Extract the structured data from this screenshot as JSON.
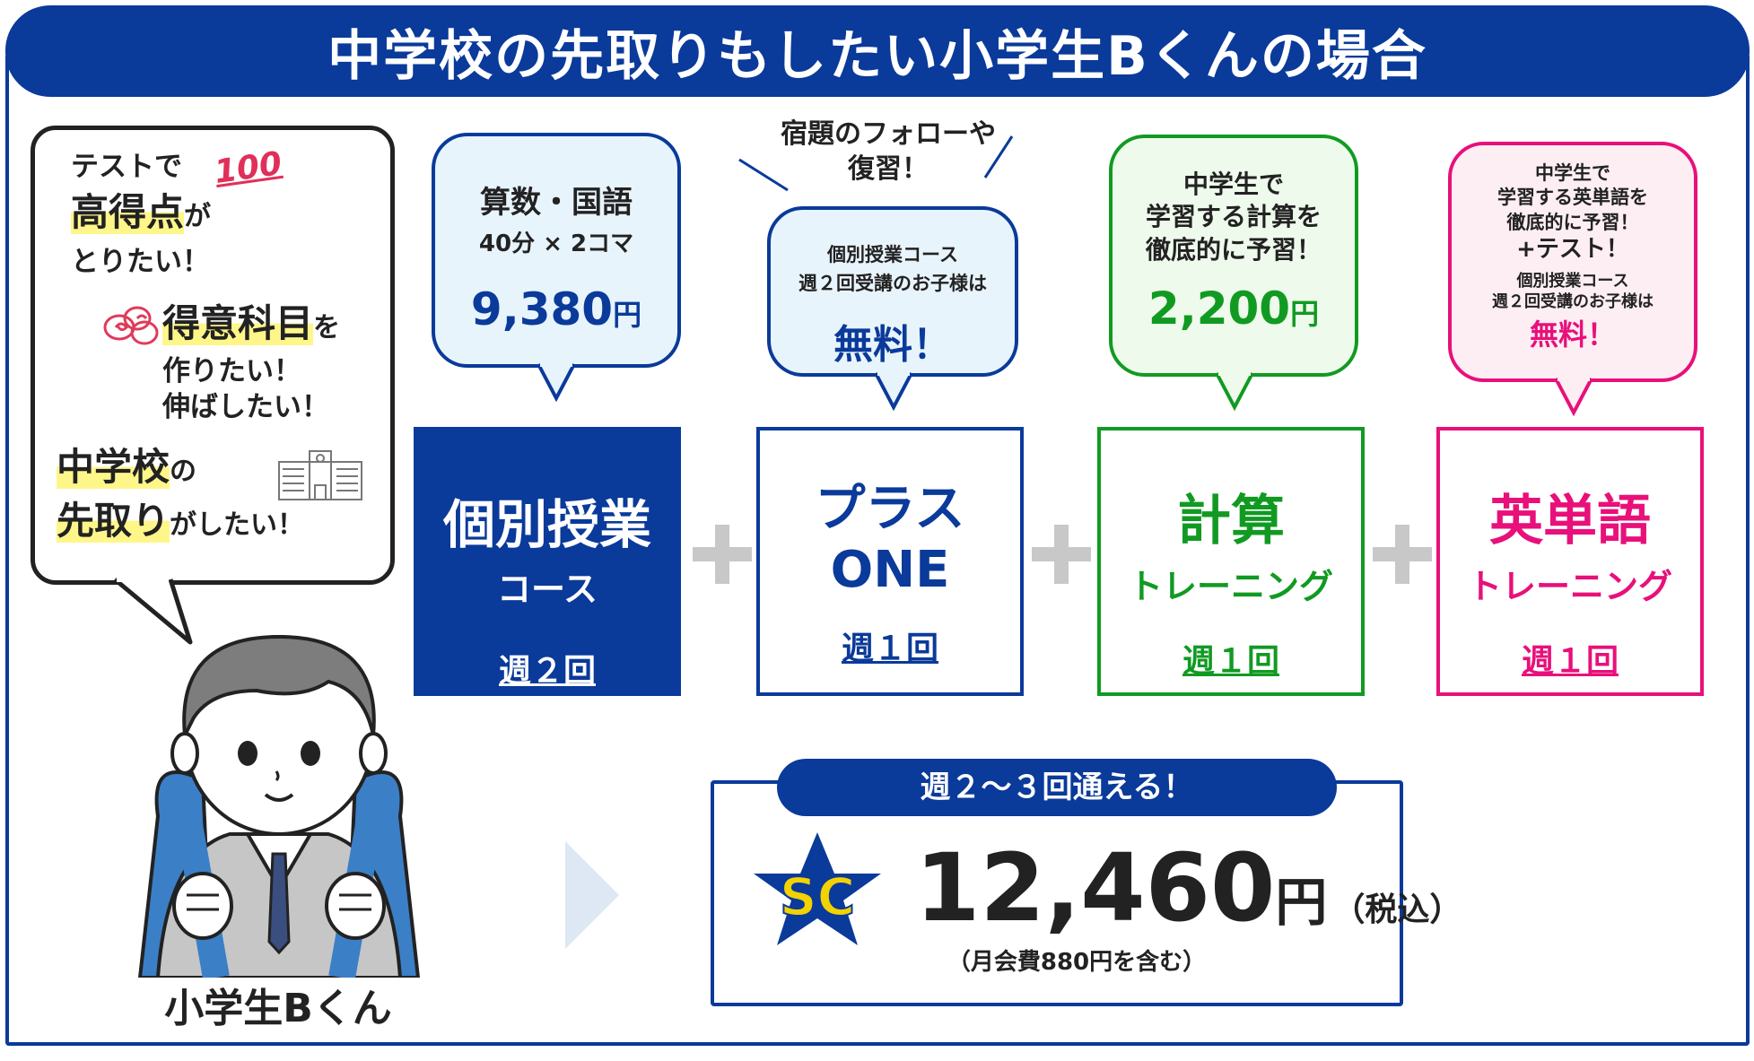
{
  "title": "中学校の先取りもしたい小学生Bくんの場合",
  "speech": {
    "l1": "テストで",
    "l2": "高得点",
    "l3": "が",
    "l4": "とりたい！",
    "l5": "得意科目",
    "l6": "を",
    "l7": "作りたい！",
    "l8": "伸ばしたい！",
    "l9": "中学校",
    "l10": "の",
    "l11": "先取り",
    "l12": "がしたい！",
    "score": "100"
  },
  "student_label": "小学生Bくん",
  "courses": [
    {
      "bubble_l1": "算数・国語",
      "bubble_l2": "40分 × 2コマ",
      "price": "9,380",
      "yen": "円",
      "name1": "個別授業",
      "name2": "コース",
      "freq": "週２回",
      "color": "#0a3a9a"
    },
    {
      "note_l1": "宿題のフォローや",
      "note_l2": "復習！",
      "bubble_l1": "個別授業コース",
      "bubble_l2": "週２回受講のお子様は",
      "free": "無料！",
      "name1": "プラス",
      "name2": "ONE",
      "freq": "週１回",
      "color": "#0a3a9a"
    },
    {
      "bubble_l1": "中学生で",
      "bubble_l2": "学習する計算を",
      "bubble_l3": "徹底的に予習！",
      "price": "2,200",
      "yen": "円",
      "name1": "計算",
      "name2": "トレーニング",
      "freq": "週１回",
      "color": "#119a22"
    },
    {
      "bubble_l1": "中学生で",
      "bubble_l2": "学習する英単語を",
      "bubble_l3": "徹底的に予習！",
      "bubble_l4": "+テスト！",
      "bubble_l5": "個別授業コース",
      "bubble_l6": "週２回受講のお子様は",
      "free": "無料！",
      "name1": "英単語",
      "name2": "トレーニング",
      "freq": "週１回",
      "color": "#e8107a"
    }
  ],
  "summary": {
    "header": "週２～３回通える！",
    "logo": "SC",
    "price": "12,460",
    "yen": "円",
    "tax": "（税込）",
    "note": "（月会費880円を含む）"
  },
  "colors": {
    "navy": "#0a3a9a",
    "green": "#119a22",
    "pink": "#e8107a",
    "lightblue": "#e8f4fc",
    "lightgreen": "#eefaec",
    "lightpink": "#fdeef4"
  }
}
